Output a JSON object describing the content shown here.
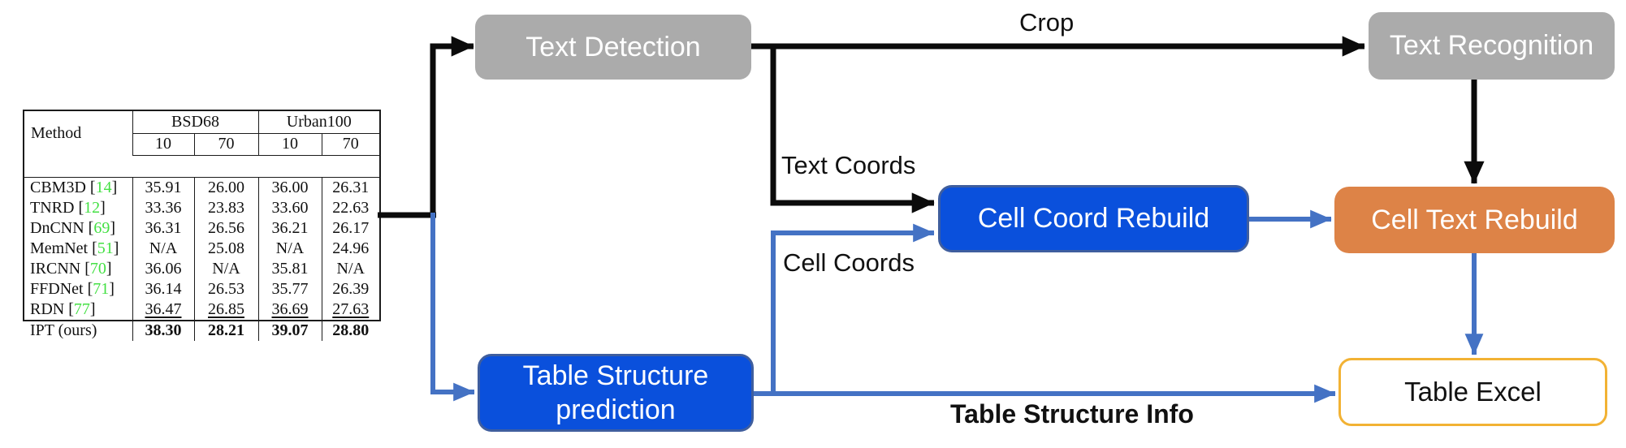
{
  "boxes": {
    "text_detection": "Text Detection",
    "text_recognition": "Text Recognition",
    "cell_coord_rebuild": "Cell Coord Rebuild",
    "cell_text_rebuild": "Cell Text Rebuild",
    "table_structure_prediction": "Table Structure prediction",
    "table_excel": "Table Excel"
  },
  "labels": {
    "crop": "Crop",
    "text_coords": "Text Coords",
    "cell_coords": "Cell Coords",
    "table_structure_info": "Table Structure Info"
  },
  "table": {
    "headers": {
      "method": "Method",
      "group1": "BSD68",
      "group2": "Urban100",
      "sub": [
        "10",
        "70",
        "10",
        "70"
      ]
    },
    "rows": [
      {
        "name": "CBM3D",
        "cite": "14",
        "values": [
          "35.91",
          "26.00",
          "36.00",
          "26.31"
        ],
        "style": "normal"
      },
      {
        "name": "TNRD",
        "cite": "12",
        "values": [
          "33.36",
          "23.83",
          "33.60",
          "22.63"
        ],
        "style": "normal"
      },
      {
        "name": "DnCNN",
        "cite": "69",
        "values": [
          "36.31",
          "26.56",
          "36.21",
          "26.17"
        ],
        "style": "normal"
      },
      {
        "name": "MemNet",
        "cite": "51",
        "values": [
          "N/A",
          "25.08",
          "N/A",
          "24.96"
        ],
        "style": "normal"
      },
      {
        "name": "IRCNN",
        "cite": "70",
        "values": [
          "36.06",
          "N/A",
          "35.81",
          "N/A"
        ],
        "style": "normal"
      },
      {
        "name": "FFDNet",
        "cite": "71",
        "values": [
          "36.14",
          "26.53",
          "35.77",
          "26.39"
        ],
        "style": "normal"
      },
      {
        "name": "RDN",
        "cite": "77",
        "values": [
          "36.47",
          "26.85",
          "36.69",
          "27.63"
        ],
        "style": "underline"
      },
      {
        "name": "IPT (ours)",
        "cite": null,
        "values": [
          "38.30",
          "28.21",
          "39.07",
          "28.80"
        ],
        "style": "bold"
      }
    ]
  },
  "colors": {
    "box_gray": "#ababab",
    "box_blue": "#0a50dc",
    "box_blue_border": "#3f5e9e",
    "box_orange": "#dd8347",
    "excel_border": "#f2b234",
    "arrow_blue": "#4472c4",
    "arrow_black": "#0b0b0b",
    "cite_green": "#44e044"
  }
}
